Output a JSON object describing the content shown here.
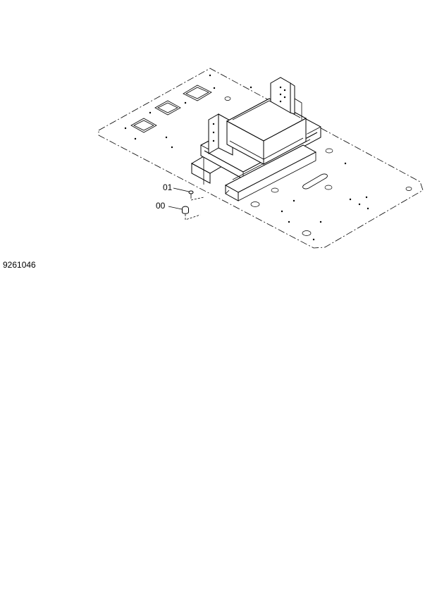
{
  "callouts": [
    {
      "id": "01",
      "label": "01"
    },
    {
      "id": "00",
      "label": "00"
    }
  ],
  "drawing_number": "9261046"
}
